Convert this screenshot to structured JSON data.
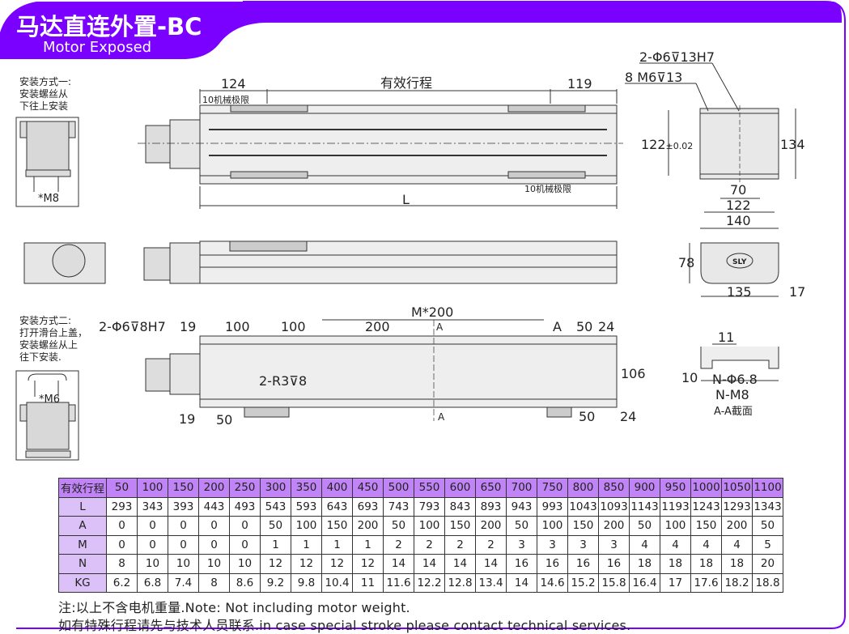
{
  "header": {
    "title_cn": "马达直连外置-BC",
    "title_en": "Motor Exposed",
    "accent": "#7a00ff"
  },
  "mount1": {
    "lines": [
      "安装方式一:",
      "安装螺丝从",
      "下往上安装"
    ],
    "screw": "*M8"
  },
  "mount2": {
    "lines": [
      "安装方式二:",
      "打开滑台上盖，",
      "安装螺丝从上",
      "往下安装."
    ],
    "screw": "*M6"
  },
  "top_view": {
    "d_left": "124",
    "stroke_label": "有效行程",
    "d_right": "119",
    "limit_left": "10机械极限",
    "limit_right": "10机械极限",
    "length": "L"
  },
  "bottom_view": {
    "hole_note": "2-Φ6⊽8H7",
    "d19_top": "19",
    "d100_a": "100",
    "d100_b": "100",
    "d200": "200",
    "pitch": "M*200",
    "sec_a_top": "A",
    "dA": "A",
    "d50_top": "50",
    "d24_top": "24",
    "slot_note": "2-R3⊽8",
    "width": "106",
    "d19_bot": "19",
    "d50_bot_l": "50",
    "sec_a_bot": "A",
    "d50_bot": "50",
    "d24_bot": "24"
  },
  "end_view": {
    "hole_note": "2-Φ6⊽13H7",
    "thread_note": "8 M6⊽13",
    "h122": "122",
    "tol": "±0.02",
    "h134": "134",
    "w70": "70",
    "w122": "122",
    "w140": "140"
  },
  "side_section": {
    "h78": "78",
    "w135": "135",
    "w17": "17",
    "logo": "SLY"
  },
  "aa_section": {
    "d11": "11",
    "d10": "10",
    "n_hole": "N-Φ6.8",
    "n_thread": "N-M8",
    "title": "A-A截面"
  },
  "table": {
    "header": [
      "有效行程",
      "50",
      "100",
      "150",
      "200",
      "250",
      "300",
      "350",
      "400",
      "450",
      "500",
      "550",
      "600",
      "650",
      "700",
      "750",
      "800",
      "850",
      "900",
      "950",
      "1000",
      "1050",
      "1100"
    ],
    "rows": [
      [
        "L",
        "293",
        "343",
        "393",
        "443",
        "493",
        "543",
        "593",
        "643",
        "693",
        "743",
        "793",
        "843",
        "893",
        "943",
        "993",
        "1043",
        "1093",
        "1143",
        "1193",
        "1243",
        "1293",
        "1343"
      ],
      [
        "A",
        "0",
        "0",
        "0",
        "0",
        "0",
        "50",
        "100",
        "150",
        "200",
        "50",
        "100",
        "150",
        "200",
        "50",
        "100",
        "150",
        "200",
        "50",
        "100",
        "150",
        "200",
        "50"
      ],
      [
        "M",
        "0",
        "0",
        "0",
        "0",
        "0",
        "1",
        "1",
        "1",
        "1",
        "2",
        "2",
        "2",
        "2",
        "3",
        "3",
        "3",
        "3",
        "4",
        "4",
        "4",
        "4",
        "5"
      ],
      [
        "N",
        "8",
        "10",
        "10",
        "10",
        "10",
        "12",
        "12",
        "12",
        "12",
        "14",
        "14",
        "14",
        "14",
        "16",
        "16",
        "16",
        "16",
        "18",
        "18",
        "18",
        "18",
        "20"
      ],
      [
        "KG",
        "6.2",
        "6.8",
        "7.4",
        "8",
        "8.6",
        "9.2",
        "9.8",
        "10.4",
        "11",
        "11.6",
        "12.2",
        "12.8",
        "13.4",
        "14",
        "14.6",
        "15.2",
        "15.8",
        "16.4",
        "17",
        "17.6",
        "18.2",
        "18.8"
      ]
    ]
  },
  "notes": [
    "注:以上不含电机重量.Note: Not including motor weight.",
    "如有特殊行程请先与技术人员联系.in case special stroke please contact technical services."
  ]
}
